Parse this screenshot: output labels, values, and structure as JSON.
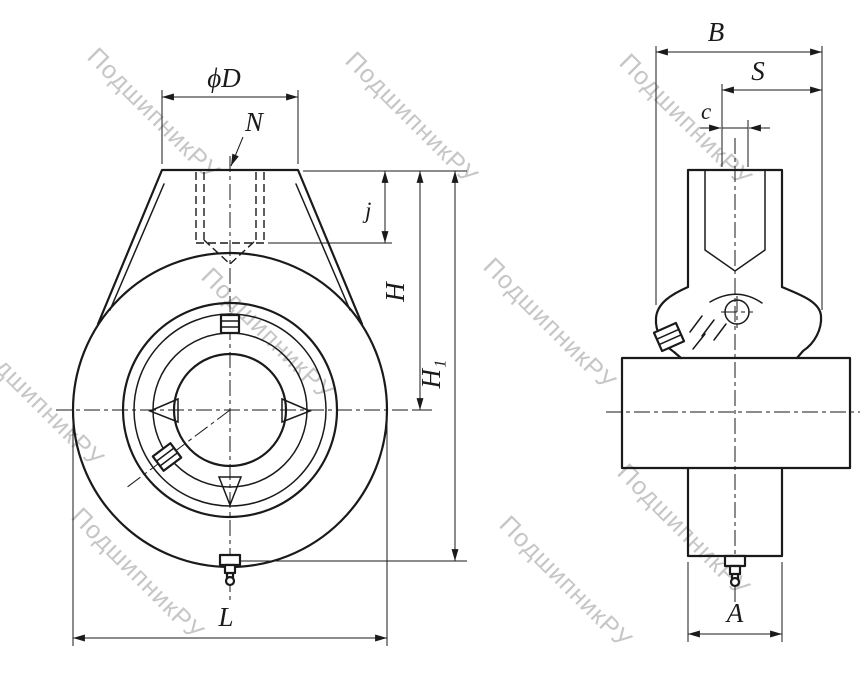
{
  "watermark": {
    "text": "ПодшипникРУ",
    "color": "#c6c6c6"
  },
  "colors": {
    "line": "#1a1a1a",
    "background": "#ffffff"
  },
  "front_view": {
    "dims": {
      "phi_d": "ϕD",
      "n": "N",
      "j": "j",
      "h": "H",
      "h1": "H₁",
      "l": "L"
    }
  },
  "side_view": {
    "dims": {
      "b": "B",
      "s": "S",
      "c": "c",
      "a": "A"
    }
  }
}
